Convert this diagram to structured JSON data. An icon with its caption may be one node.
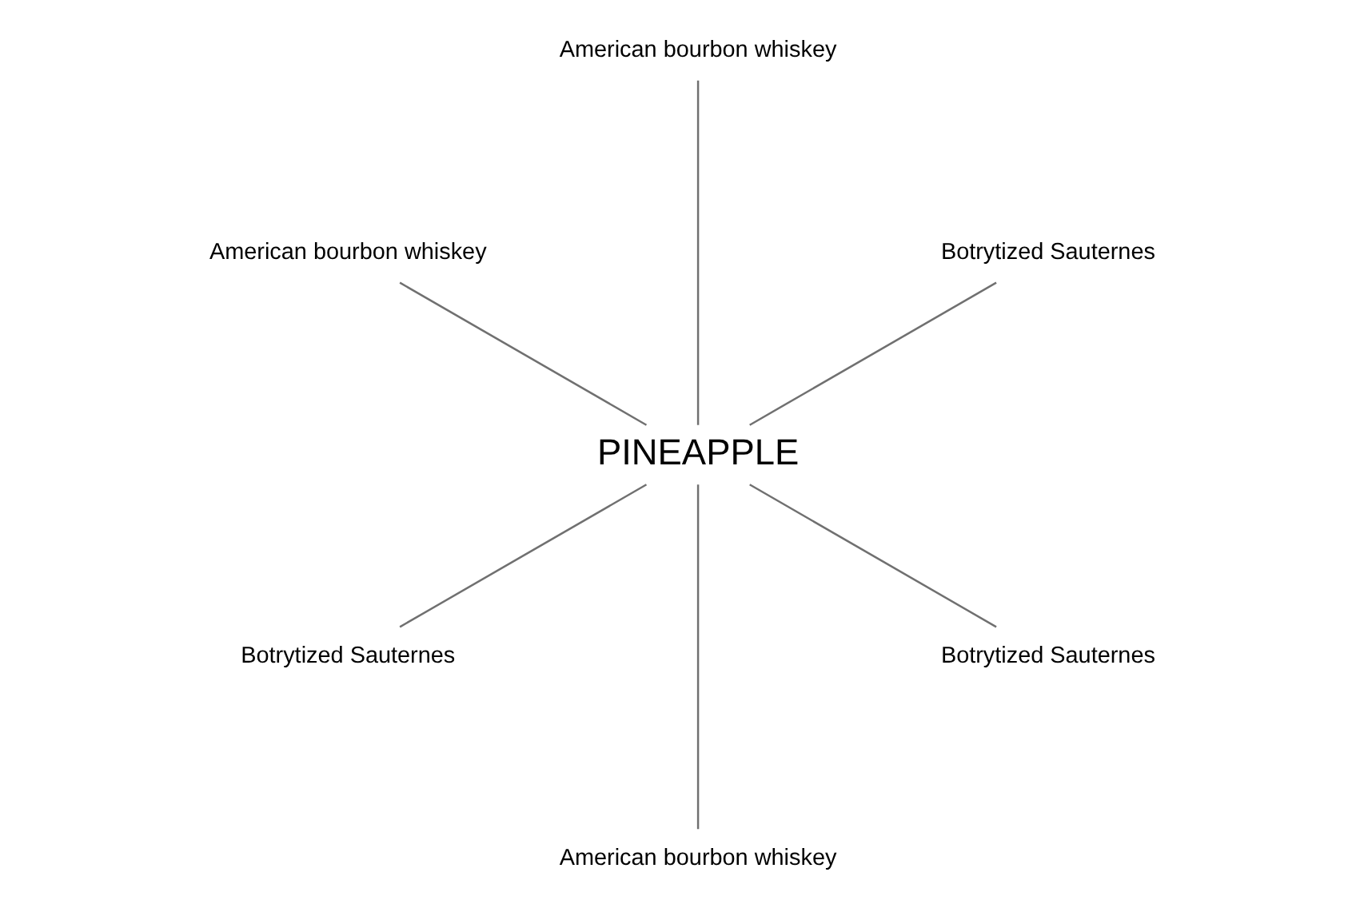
{
  "diagram": {
    "nodes": [
      {
        "text": [
          "PINEAPPLE"
        ]
      },
      {
        "text": [
          "Botrytized Sauternes"
        ]
      },
      {
        "text": [
          "American bourbon whiskey"
        ]
      },
      {
        "text": [
          "American bourbon whiskey"
        ]
      },
      {
        "text": [
          "Botrytized Sauternes"
        ]
      },
      {
        "text": [
          "American bourbon whiskey"
        ]
      },
      {
        "text": [
          "Botrytized Sauternes"
        ]
      }
    ],
    "edges": [
      {
        "from": 0,
        "to": 1,
        "arrow": "none"
      },
      {
        "from": 0,
        "to": 2,
        "arrow": "none"
      },
      {
        "from": 0,
        "to": 3,
        "arrow": "none"
      },
      {
        "from": 0,
        "to": 4,
        "arrow": "none"
      },
      {
        "from": 0,
        "to": 5,
        "arrow": "none"
      },
      {
        "from": 0,
        "to": 6,
        "arrow": "none"
      }
    ]
  }
}
